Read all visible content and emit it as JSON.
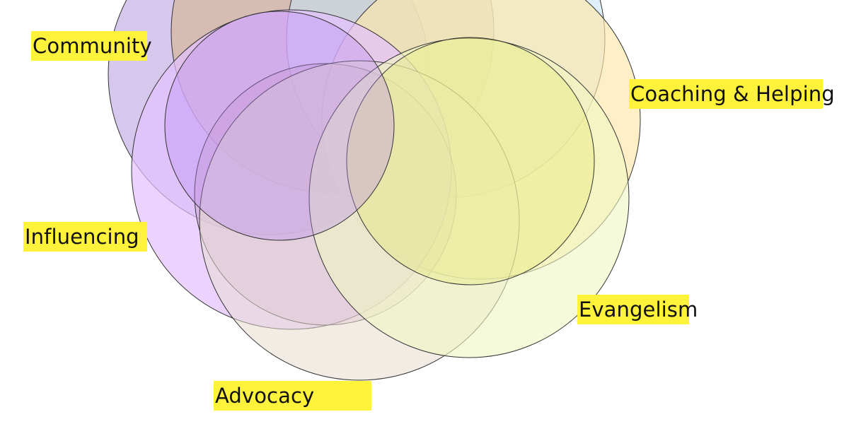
{
  "diagram": {
    "type": "overlapping-circles",
    "circles": [
      {
        "name": "community-circle",
        "fill": "#c7b6e6",
        "stroke": "#333333"
      },
      {
        "name": "top-tan-circle",
        "fill": "#d9b48f",
        "stroke": "#333333"
      },
      {
        "name": "top-blue-circle",
        "fill": "#c4e3f8",
        "stroke": "#333333"
      },
      {
        "name": "coaching-circle",
        "fill": "#fde6a8",
        "stroke": "#333333"
      },
      {
        "name": "influencing-circle",
        "fill": "#e4c0ff",
        "stroke": "#333333"
      },
      {
        "name": "center-pink-circle",
        "fill": "#cf9bc5",
        "stroke": "#333333"
      },
      {
        "name": "advocacy-circle",
        "fill": "#e8ddd0",
        "stroke": "#333333"
      },
      {
        "name": "evangelism-circle",
        "fill": "#eef7c2",
        "stroke": "#333333"
      },
      {
        "name": "center-yellow-circle",
        "fill": "#e6e86e",
        "stroke": "#333333"
      },
      {
        "name": "purple-circle",
        "fill": "#b689f2",
        "stroke": "#333333"
      }
    ],
    "labels": {
      "community": "Community",
      "coaching": "Coaching & Helping",
      "influencing": "Influencing",
      "evangelism": "Evangelism",
      "advocacy": "Advocacy"
    },
    "label_highlight": "#fff23a"
  }
}
